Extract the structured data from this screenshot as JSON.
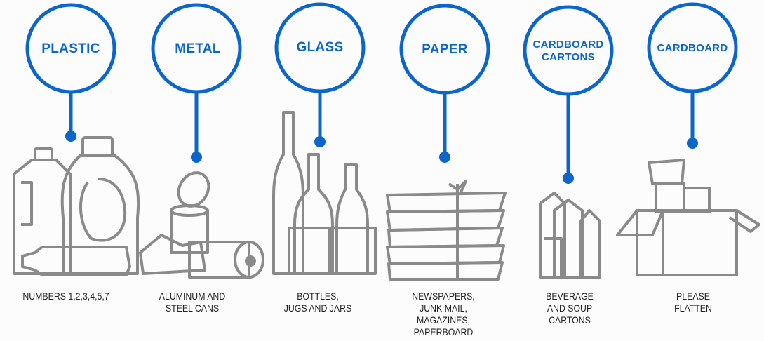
{
  "colors": {
    "accent": "#0b66cc",
    "illustration": "#8a8a8a",
    "text": "#222222"
  },
  "categories": [
    {
      "title": "PLASTIC",
      "description": [
        "NUMBERS 1,2,3,4,5,7"
      ],
      "icon": "plastic-bottles-icon"
    },
    {
      "title": "METAL",
      "description": [
        "ALUMINUM AND",
        "STEEL CANS"
      ],
      "icon": "metal-cans-icon"
    },
    {
      "title": "GLASS",
      "description": [
        "BOTTLES,",
        "JUGS AND JARS"
      ],
      "icon": "glass-bottles-icon"
    },
    {
      "title": "PAPER",
      "description": [
        "NEWSPAPERS,",
        "JUNK MAIL,",
        "MAGAZINES,",
        "PAPERBOARD"
      ],
      "icon": "paper-stack-icon"
    },
    {
      "title_lines": [
        "CARDBOARD",
        "CARTONS"
      ],
      "description": [
        "BEVERAGE",
        "AND SOUP",
        "CARTONS"
      ],
      "icon": "cartons-icon"
    },
    {
      "title": "CARDBOARD",
      "description": [
        "PLEASE",
        "FLATTEN"
      ],
      "icon": "cardboard-box-icon"
    }
  ]
}
